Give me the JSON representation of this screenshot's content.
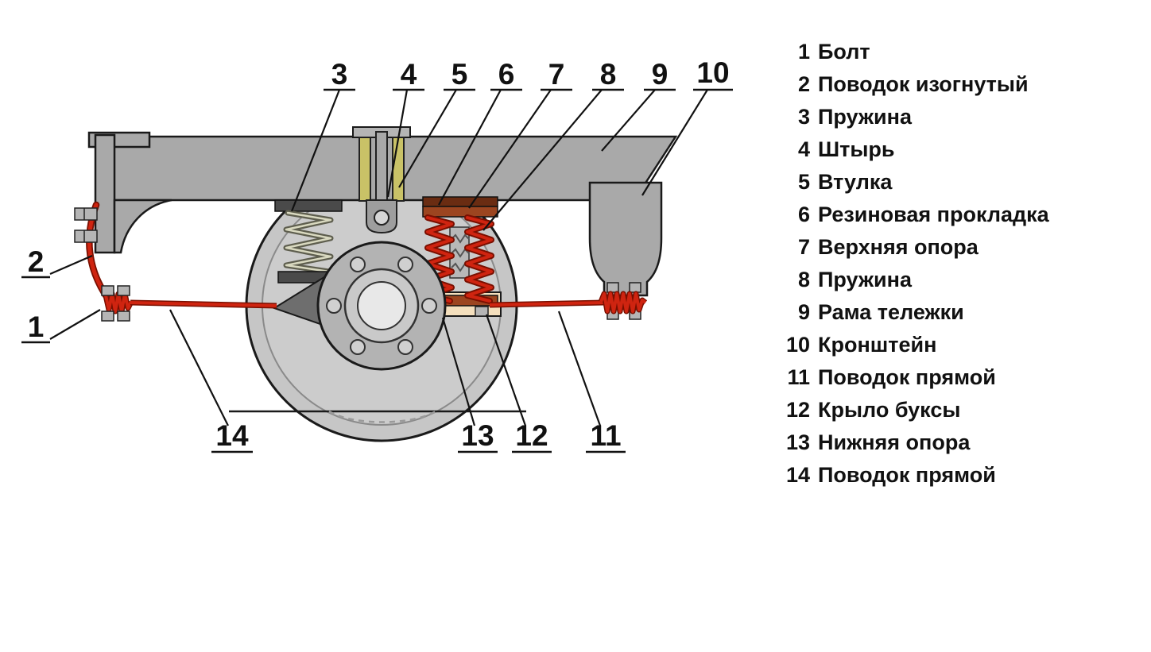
{
  "figure": {
    "description": "Схема буксового подвешивания тележки (axle-box suspension diagram)"
  },
  "palette": {
    "red": "#cf2410",
    "red_dark": "#7a0f00",
    "frame_gray": "#a9a9a9",
    "wheel_gray": "#c6c6c6",
    "hub_gray": "#b3b3b3",
    "olive": "#c9c267",
    "rubber_brown": "#6a2c12",
    "support_brown": "#9c4520",
    "cream": "#f4dfbd",
    "dark_plate": "#4a4a4a",
    "line_black": "#1a1a1a"
  },
  "callouts": [
    {
      "num": "3"
    },
    {
      "num": "4"
    },
    {
      "num": "5"
    },
    {
      "num": "6"
    },
    {
      "num": "7"
    },
    {
      "num": "8"
    },
    {
      "num": "9"
    },
    {
      "num": "10"
    },
    {
      "num": "2"
    },
    {
      "num": "1"
    },
    {
      "num": "14"
    },
    {
      "num": "13"
    },
    {
      "num": "12"
    },
    {
      "num": "11"
    }
  ],
  "legend": {
    "items": [
      {
        "num": "1",
        "label": "Болт"
      },
      {
        "num": "2",
        "label": "Поводок изогнутый"
      },
      {
        "num": "3",
        "label": "Пружина"
      },
      {
        "num": "4",
        "label": "Штырь"
      },
      {
        "num": "5",
        "label": "Втулка"
      },
      {
        "num": "6",
        "label": "Резиновая прокладка"
      },
      {
        "num": "7",
        "label": "Верхняя опора"
      },
      {
        "num": "8",
        "label": "Пружина"
      },
      {
        "num": "9",
        "label": "Рама тележки"
      },
      {
        "num": "10",
        "label": "Кронштейн"
      },
      {
        "num": "11",
        "label": "Поводок прямой"
      },
      {
        "num": "12",
        "label": "Крыло буксы"
      },
      {
        "num": "13",
        "label": "Нижняя опора"
      },
      {
        "num": "14",
        "label": "Поводок прямой"
      }
    ]
  }
}
